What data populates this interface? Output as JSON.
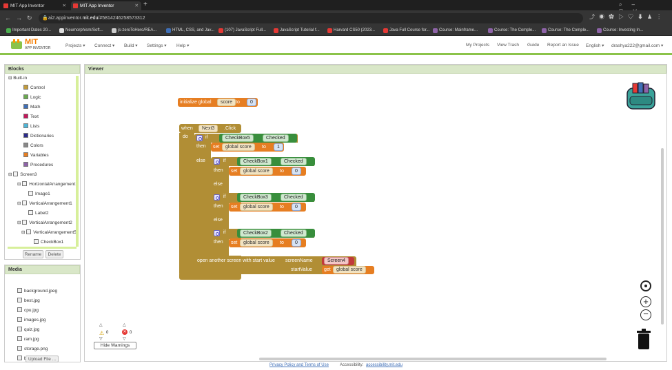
{
  "browser": {
    "tabs": [
      {
        "title": "MIT App Inventor"
      },
      {
        "title": "MIT App Inventor"
      }
    ],
    "url_host": "ai2.appinventor.mit.edu",
    "url_rest": "/#5814246258573312",
    "url_prefix": "ai2.appinventor.",
    "bookmarks": [
      "Important Dates 20...",
      "Neumorphism/Soft...",
      "js-zeroToHero/REA...",
      "HTML, CSS, and Jav...",
      "(107) JavaScript Full...",
      "JavaScript Tutorial f...",
      "Harvard CS50 (2023...",
      "Java Full Course for...",
      "Course: Mainframe...",
      "Course: The Comple...",
      "Course: The Comple...",
      "Course: Investing In..."
    ]
  },
  "app": {
    "logo_top": "MIT",
    "logo_bottom": "APP INVENTOR",
    "menus": [
      "Projects ▾",
      "Connect ▾",
      "Build ▾",
      "Settings ▾",
      "Help ▾"
    ],
    "right_menus": [
      "My Projects",
      "View Trash",
      "Guide",
      "Report an Issue",
      "English ▾",
      "drashya222@gmail.com ▾"
    ]
  },
  "blocks_panel": {
    "title": "Blocks",
    "builtin": "Built-in",
    "builtin_items": [
      {
        "label": "Control",
        "color": "#c29b3c"
      },
      {
        "label": "Logic",
        "color": "#6aa84f"
      },
      {
        "label": "Math",
        "color": "#3f6fb7"
      },
      {
        "label": "Text",
        "color": "#c2185b"
      },
      {
        "label": "Lists",
        "color": "#4fb5d6"
      },
      {
        "label": "Dictionaries",
        "color": "#2c2c8c"
      },
      {
        "label": "Colors",
        "color": "#888888"
      },
      {
        "label": "Variables",
        "color": "#e67e22"
      },
      {
        "label": "Procedures",
        "color": "#8e63a8"
      }
    ],
    "components": [
      "Screen3",
      "HorizontalArrangement1",
      "Image1",
      "VerticalArrangement1",
      "Label2",
      "VerticalArrangement2",
      "VerticalArrangement5",
      "CheckBox1"
    ],
    "rename": "Rename",
    "delete": "Delete"
  },
  "media_panel": {
    "title": "Media",
    "files": [
      "background.jpeg",
      "best.jpg",
      "cpu.jpg",
      "images.jpg",
      "quiz.jpg",
      "ram.jpg",
      "storage.png",
      "background.jpg"
    ],
    "upload": "Upload File ..."
  },
  "viewer": {
    "title": "Viewer",
    "init": {
      "label": "initialize global",
      "var": "score",
      "to": "to",
      "value": "0"
    },
    "when": {
      "when": "when",
      "comp": "Next3",
      "event": ".Click",
      "do": "do"
    },
    "if1": {
      "if": "if",
      "comp": "CheckBox5",
      "prop": "Checked",
      "then": "then",
      "set": "set",
      "var": "global score",
      "to": "to",
      "val": "1",
      "else": "else"
    },
    "if2": {
      "if": "if",
      "comp": "CheckBox1",
      "prop": "Checked",
      "then": "then",
      "set": "set",
      "var": "global score",
      "to": "to",
      "val": "0",
      "else": "else"
    },
    "if3": {
      "if": "if",
      "comp": "CheckBox3",
      "prop": "Checked",
      "then": "then",
      "set": "set",
      "var": "global score",
      "to": "to",
      "val": "0",
      "else": "else"
    },
    "if4": {
      "if": "if",
      "comp": "CheckBox2",
      "prop": "Checked",
      "then": "then",
      "set": "set",
      "var": "global score",
      "to": "to",
      "val": "0"
    },
    "open": {
      "label": "open another screen with start value",
      "screenName": "screenName",
      "screen": "Screen4",
      "startValue": "startValue",
      "get": "get",
      "var": "global score"
    },
    "warnings": {
      "warn_count": "0",
      "err_count": "0",
      "hide": "Hide Warnings"
    }
  },
  "footer": {
    "privacy": "Privacy Policy and Terms of Use",
    "accessibility": "Accessibility:",
    "access_link": "accessibility.mit.edu"
  }
}
